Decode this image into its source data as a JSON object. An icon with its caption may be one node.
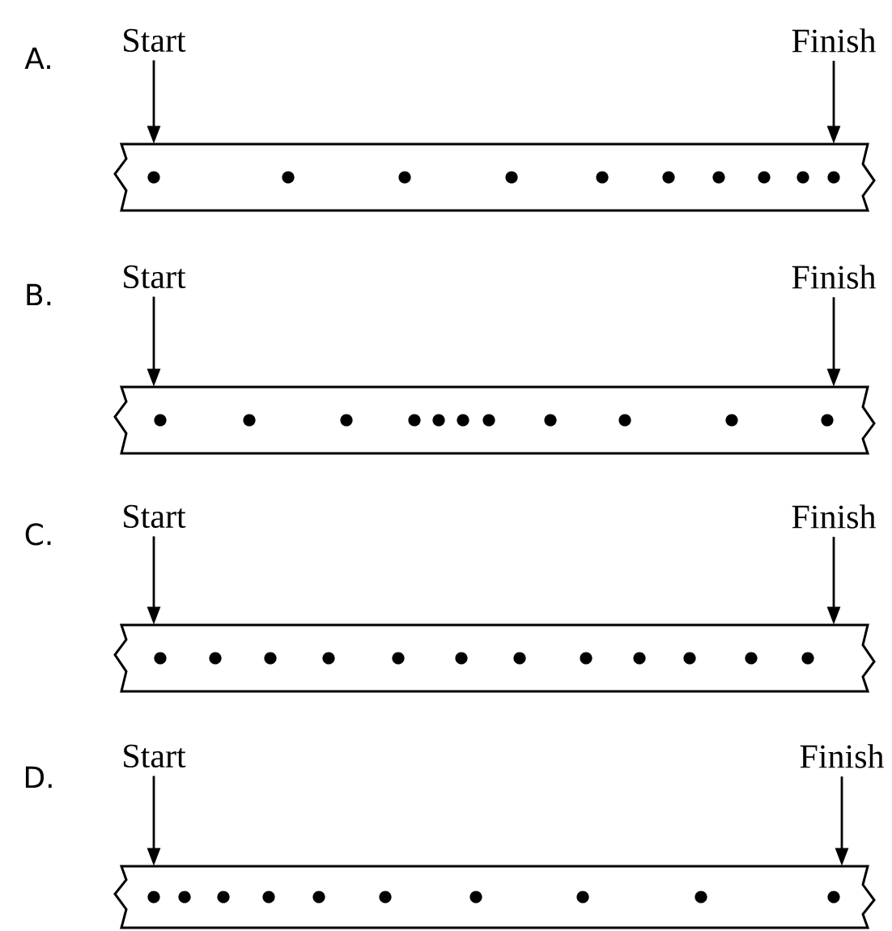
{
  "diagram": {
    "nodes": [
      {
        "text": [
          "Start"
        ]
      },
      {
        "text": [
          "Finish"
        ]
      },
      {
        "text": [],
        "shape": "bar"
      },
      {
        "text": [
          "Start"
        ]
      },
      {
        "text": [
          "Finish"
        ]
      },
      {
        "text": [],
        "shape": "bar"
      },
      {
        "text": [
          "Start"
        ]
      },
      {
        "text": [
          "Finish"
        ]
      },
      {
        "text": [],
        "shape": "bar"
      },
      {
        "text": [
          "Start"
        ]
      },
      {
        "text": [
          "Finish"
        ]
      },
      {
        "text": [],
        "shape": "bar"
      }
    ],
    "edges": [
      {
        "from": 0,
        "to": 2,
        "arrow": "to"
      },
      {
        "from": 1,
        "to": 2,
        "arrow": "to"
      },
      {
        "from": 3,
        "to": 5,
        "arrow": "to"
      },
      {
        "from": 4,
        "to": 5,
        "arrow": "to"
      },
      {
        "from": 6,
        "to": 8,
        "arrow": "to"
      },
      {
        "from": 7,
        "to": 8,
        "arrow": "to"
      },
      {
        "from": 9,
        "to": 11,
        "arrow": "to"
      },
      {
        "from": 10,
        "to": 11,
        "arrow": "to"
      }
    ],
    "labels": [
      "A.",
      "B.",
      "C.",
      "D."
    ]
  }
}
